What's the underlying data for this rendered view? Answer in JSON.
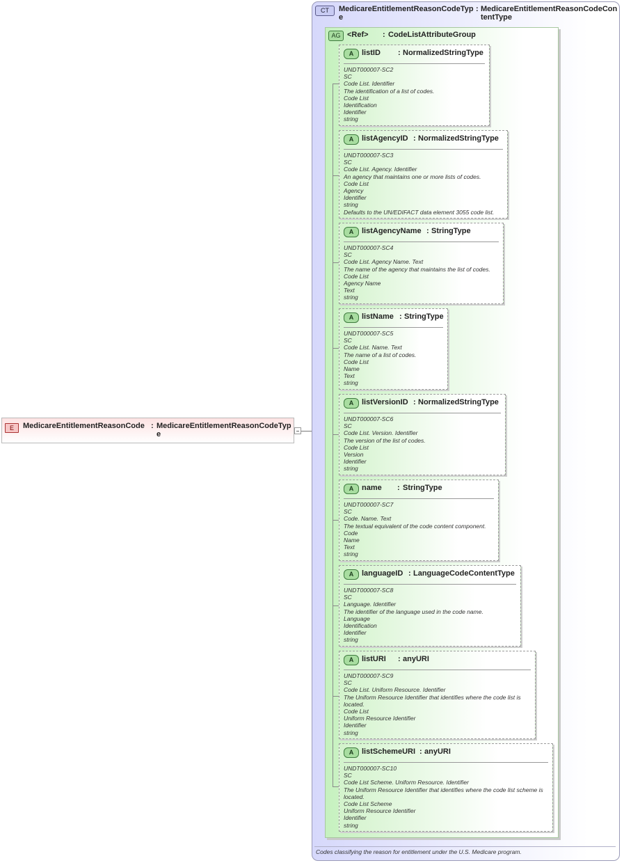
{
  "element": {
    "badge": "E",
    "name": "MedicareEntitlementReasonCode",
    "colon": ":",
    "type": "MedicareEntitlementReasonCodeType"
  },
  "complex_type": {
    "badge": "CT",
    "name": "MedicareEntitlementReasonCodeType",
    "colon": ":",
    "type": "MedicareEntitlementReasonCodeContentType",
    "documentation": "Codes classifying the reason for entitlement under the U.S. Medicare program."
  },
  "attribute_group": {
    "badge": "AG",
    "ref": "<Ref>",
    "colon": ":",
    "type": "CodeListAttributeGroup"
  },
  "attributes": [
    {
      "badge": "A",
      "name": "listID",
      "colon": ":",
      "type": "NormalizedStringType",
      "doc": [
        "UNDT000007-SC2",
        "SC",
        "Code List. Identifier",
        "The identification of a list of codes.",
        "Code List",
        "Identification",
        "Identifier",
        "string"
      ]
    },
    {
      "badge": "A",
      "name": "listAgencyID",
      "colon": ":",
      "type": "NormalizedStringType",
      "doc": [
        "UNDT000007-SC3",
        "SC",
        "Code List. Agency. Identifier",
        "An agency that maintains one or more lists of codes.",
        "Code List",
        "Agency",
        "Identifier",
        "string",
        "Defaults to the UN/EDIFACT data element 3055 code list."
      ]
    },
    {
      "badge": "A",
      "name": "listAgencyName",
      "colon": ":",
      "type": "StringType",
      "doc": [
        "UNDT000007-SC4",
        "SC",
        "Code List. Agency Name. Text",
        "The name of the agency that maintains the list of codes.",
        "Code List",
        "Agency Name",
        "Text",
        "string"
      ]
    },
    {
      "badge": "A",
      "name": "listName",
      "colon": ":",
      "type": "StringType",
      "doc": [
        "UNDT000007-SC5",
        "SC",
        "Code List. Name. Text",
        "The name of a list of codes.",
        "Code List",
        "Name",
        "Text",
        "string"
      ]
    },
    {
      "badge": "A",
      "name": "listVersionID",
      "colon": ":",
      "type": "NormalizedStringType",
      "doc": [
        "UNDT000007-SC6",
        "SC",
        "Code List. Version. Identifier",
        "The version of the list of codes.",
        "Code List",
        "Version",
        "Identifier",
        "string"
      ]
    },
    {
      "badge": "A",
      "name": "name",
      "colon": ":",
      "type": "StringType",
      "doc": [
        "UNDT000007-SC7",
        "SC",
        "Code. Name. Text",
        "The textual equivalent of the code content component.",
        "Code",
        "Name",
        "Text",
        "string"
      ]
    },
    {
      "badge": "A",
      "name": "languageID",
      "colon": ":",
      "type": "LanguageCodeContentType",
      "doc": [
        "UNDT000007-SC8",
        "SC",
        "Language. Identifier",
        "The identifier of the language used in the code name.",
        "Language",
        "Identification",
        "Identifier",
        "string"
      ]
    },
    {
      "badge": "A",
      "name": "listURI",
      "colon": ":",
      "type": "anyURI",
      "doc": [
        "UNDT000007-SC9",
        "SC",
        "Code List. Uniform Resource. Identifier",
        "The Uniform Resource Identifier that identifies where the code list is located.",
        "Code List",
        "Uniform Resource Identifier",
        "Identifier",
        "string"
      ]
    },
    {
      "badge": "A",
      "name": "listSchemeURI",
      "colon": ":",
      "type": "anyURI",
      "doc": [
        "UNDT000007-SC10",
        "SC",
        "Code List Scheme. Uniform Resource. Identifier",
        "The Uniform Resource Identifier that identifies where the code list scheme is located.",
        "Code List Scheme",
        "Uniform Resource Identifier",
        "Identifier",
        "string"
      ]
    }
  ]
}
